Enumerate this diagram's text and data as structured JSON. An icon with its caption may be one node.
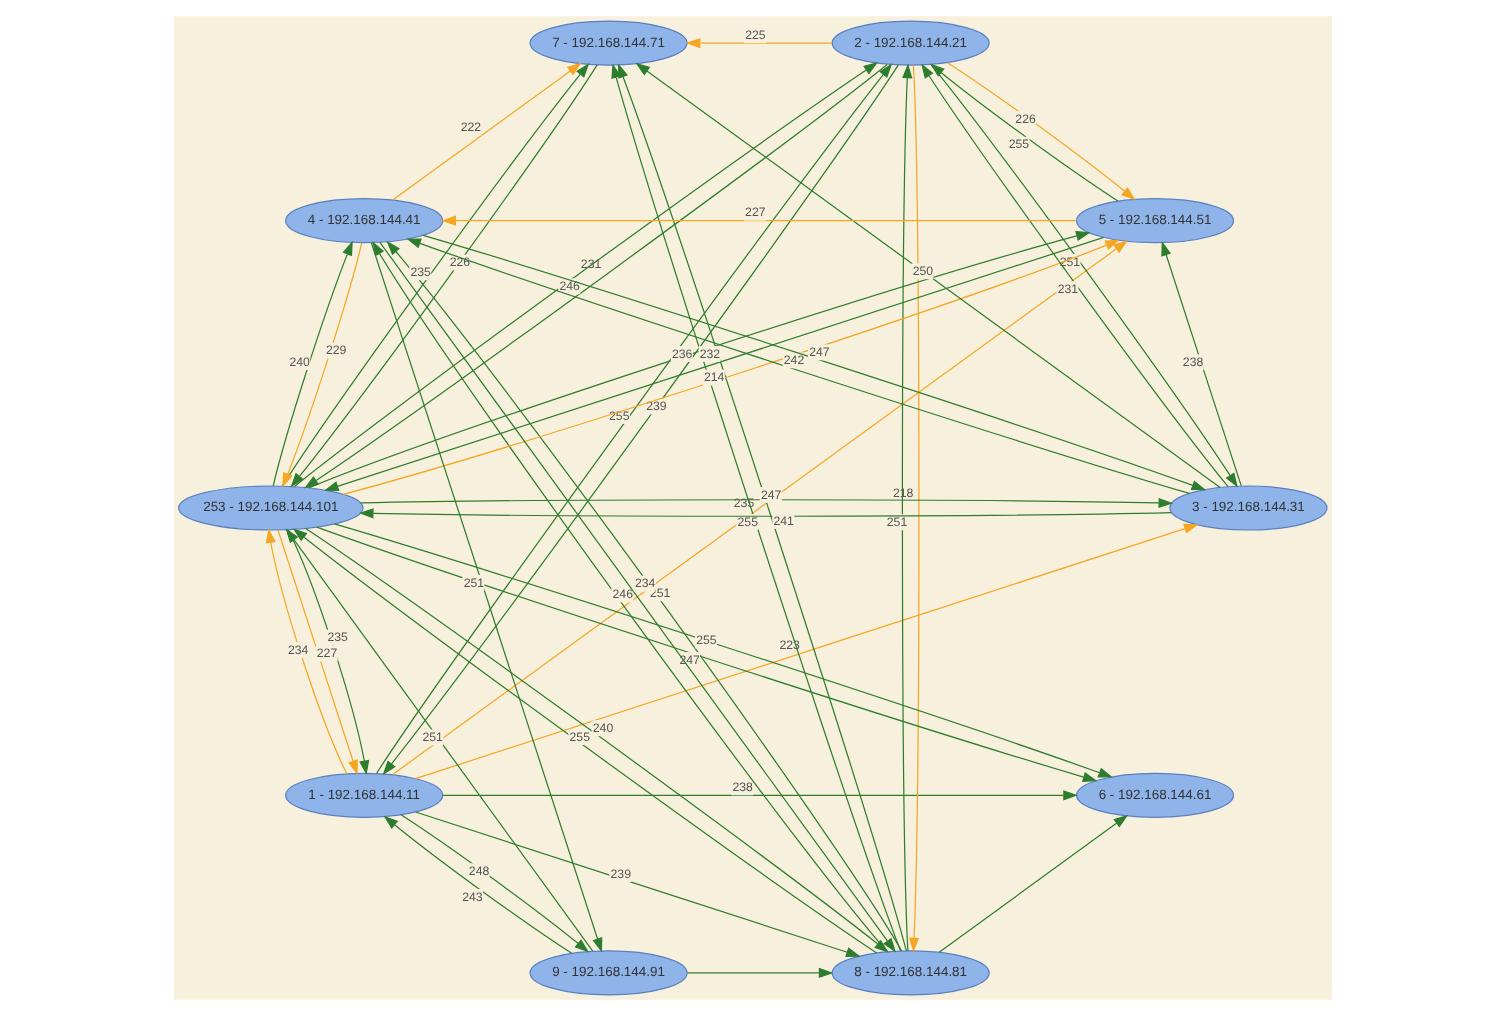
{
  "diagram": {
    "nodes": [
      {
        "text": [
          "1 - 192.168.144.11"
        ]
      },
      {
        "text": [
          "9 - 192.168.144.91"
        ]
      },
      {
        "text": [
          "2 - 192.168.144.21"
        ]
      },
      {
        "text": [
          "8 - 192.168.144.81"
        ]
      },
      {
        "text": [
          "253 - 192.168.144.101"
        ]
      },
      {
        "text": [
          "7 - 192.168.144.71"
        ]
      },
      {
        "text": [
          "3 - 192.168.144.31"
        ]
      },
      {
        "text": [
          "4 - 192.168.144.41"
        ]
      },
      {
        "text": [
          "5 - 192.168.144.51"
        ]
      },
      {
        "text": [
          "6 - 192.168.144.61"
        ]
      }
    ],
    "edges": [
      {
        "from": 0,
        "to": 1,
        "arrow": "to",
        "label": "248"
      },
      {
        "from": 1,
        "to": 0,
        "arrow": "to",
        "label": "243"
      },
      {
        "from": 2,
        "to": 0,
        "arrow": "to",
        "label": "239"
      },
      {
        "from": 0,
        "to": 2,
        "arrow": "to",
        "label": "255"
      },
      {
        "from": 0,
        "to": 3,
        "arrow": "to",
        "label": "239"
      },
      {
        "from": 1,
        "to": 3,
        "arrow": "to"
      },
      {
        "from": 2,
        "to": 3,
        "arrow": "to",
        "label": "218",
        "color": "#f5a623"
      },
      {
        "from": 4,
        "to": 0,
        "arrow": "to",
        "label": "235"
      },
      {
        "from": 4,
        "to": 0,
        "arrow": "to",
        "label": "227",
        "color": "#f5a623"
      },
      {
        "from": 0,
        "to": 4,
        "arrow": "to",
        "label": "234",
        "color": "#f5a623"
      },
      {
        "from": 0,
        "to": 6,
        "arrow": "to",
        "label": "223",
        "color": "#f5a623"
      },
      {
        "from": 0,
        "to": 9,
        "arrow": "to",
        "label": "238"
      },
      {
        "from": 3,
        "to": 2,
        "arrow": "to",
        "label": "251"
      },
      {
        "from": 2,
        "to": 4,
        "arrow": "to",
        "label": "231"
      },
      {
        "from": 4,
        "to": 2,
        "arrow": "to",
        "label": "246"
      },
      {
        "from": 2,
        "to": 6,
        "arrow": "to",
        "label": "251"
      },
      {
        "from": 6,
        "to": 2,
        "arrow": "to",
        "label": "231"
      },
      {
        "from": 2,
        "to": 5,
        "arrow": "to",
        "label": "225",
        "color": "#f5a623"
      },
      {
        "from": 2,
        "to": 8,
        "arrow": "to",
        "label": "226",
        "color": "#f5a623"
      },
      {
        "from": 8,
        "to": 2,
        "arrow": "to",
        "label": "255"
      },
      {
        "from": 7,
        "to": 1,
        "arrow": "to",
        "label": "251"
      },
      {
        "from": 1,
        "to": 4,
        "arrow": "to",
        "label": "251"
      },
      {
        "from": 4,
        "to": 3,
        "arrow": "to",
        "label": "240"
      },
      {
        "from": 3,
        "to": 4,
        "arrow": "to",
        "label": "255"
      },
      {
        "from": 7,
        "to": 3,
        "arrow": "to",
        "label": "234"
      },
      {
        "from": 3,
        "to": 5,
        "arrow": "to",
        "label": "255"
      },
      {
        "from": 3,
        "to": 5,
        "arrow": "to"
      },
      {
        "from": 4,
        "to": 5,
        "arrow": "to",
        "label": "235"
      },
      {
        "from": 5,
        "to": 4,
        "arrow": "to",
        "label": "226"
      },
      {
        "from": 6,
        "to": 5,
        "arrow": "to",
        "label": "250"
      },
      {
        "from": 4,
        "to": 6,
        "arrow": "to",
        "label": "247"
      },
      {
        "from": 6,
        "to": 4,
        "arrow": "to",
        "label": "241"
      },
      {
        "from": 4,
        "to": 9,
        "arrow": "to",
        "label": "255"
      },
      {
        "from": 4,
        "to": 9,
        "arrow": "to",
        "label": "247"
      },
      {
        "from": 3,
        "to": 9,
        "arrow": "to"
      },
      {
        "from": 6,
        "to": 7,
        "arrow": "to",
        "label": "242"
      },
      {
        "from": 7,
        "to": 6,
        "arrow": "to",
        "label": "247"
      },
      {
        "from": 6,
        "to": 8,
        "arrow": "to",
        "label": "238"
      },
      {
        "from": 8,
        "to": 7,
        "arrow": "to",
        "label": "227",
        "color": "#f5a623"
      },
      {
        "from": 7,
        "to": 4,
        "arrow": "to",
        "label": "229",
        "color": "#f5a623"
      },
      {
        "from": 4,
        "to": 7,
        "arrow": "to",
        "label": "240"
      },
      {
        "from": 3,
        "to": 7,
        "arrow": "to",
        "label": "246"
      },
      {
        "from": 7,
        "to": 5,
        "arrow": "to",
        "label": "222",
        "color": "#f5a623"
      },
      {
        "from": 4,
        "to": 8,
        "arrow": "to",
        "label": "236"
      },
      {
        "from": 8,
        "to": 4,
        "arrow": "to",
        "label": "232"
      },
      {
        "from": 4,
        "to": 8,
        "arrow": "to",
        "label": "214",
        "color": "#f5a623"
      },
      {
        "from": 0,
        "to": 8,
        "arrow": "to",
        "label": "235",
        "color": "#f5a623"
      },
      {
        "from": 3,
        "to": 7,
        "arrow": "to",
        "label": "251"
      }
    ]
  }
}
